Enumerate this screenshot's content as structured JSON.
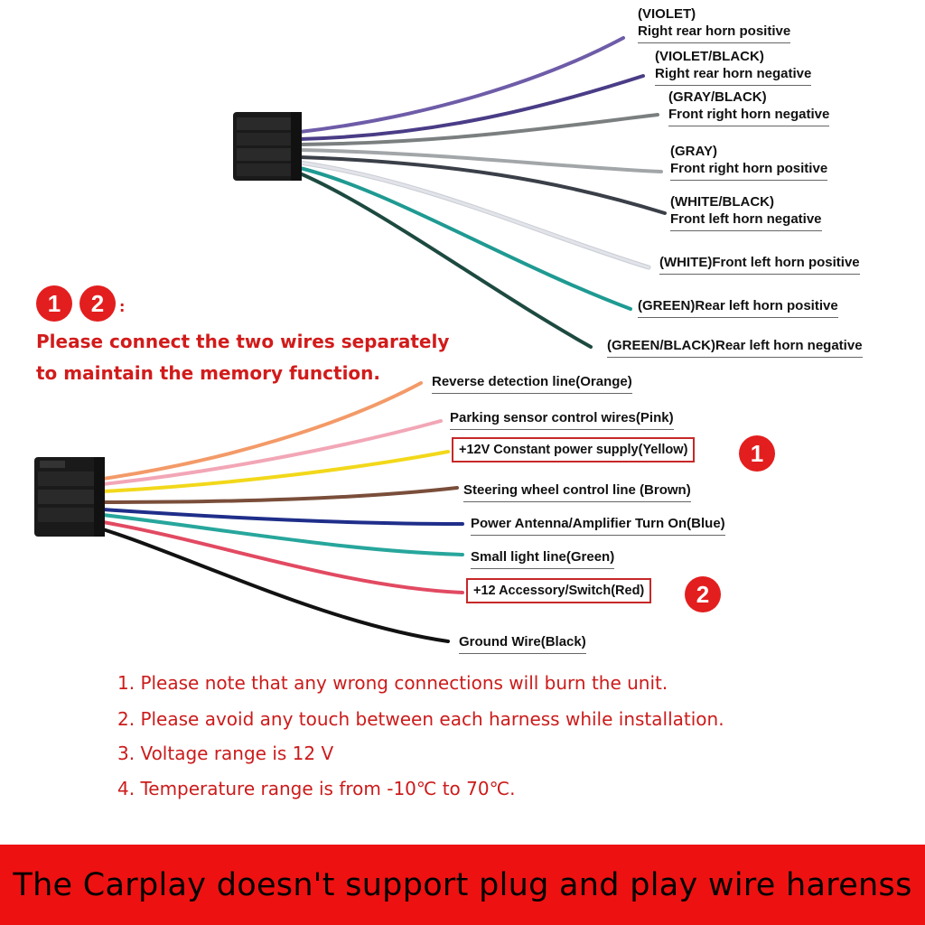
{
  "upper_labels": [
    {
      "color_name": "(VIOLET)",
      "desc": "Right rear horn positive",
      "wire_color": "#6e5ca8"
    },
    {
      "color_name": "(VIOLET/BLACK)",
      "desc": "Right rear horn negative",
      "wire_color": "#4a3c86"
    },
    {
      "color_name": "(GRAY/BLACK)",
      "desc": "Front right horn negative",
      "wire_color": "#7b7f7f"
    },
    {
      "color_name": "(GRAY)",
      "desc": "Front right horn positive",
      "wire_color": "#a2a6a8"
    },
    {
      "color_name": "(WHITE/BLACK)",
      "desc": "Front left horn negative",
      "wire_color": "#3a3f48"
    },
    {
      "text": "(WHITE)Front left horn positive",
      "wire_color": "#e2e4ea"
    },
    {
      "text": "(GREEN)Rear left horn positive",
      "wire_color": "#1f9a92"
    },
    {
      "text": "(GREEN/BLACK)Rear left horn negative",
      "wire_color": "#1d4a40"
    }
  ],
  "lower_labels": [
    {
      "text": "Reverse detection line(Orange)",
      "wire_color": "#f39a68"
    },
    {
      "text": "Parking sensor control wires(Pink)",
      "wire_color": "#f2a6b6"
    },
    {
      "text": "+12V Constant power supply(Yellow)",
      "wire_color": "#f2d81a"
    },
    {
      "text": "Steering wheel control line (Brown)",
      "wire_color": "#7a4e3a"
    },
    {
      "text": "Power Antenna/Amplifier Turn On(Blue)",
      "wire_color": "#1f2e8a"
    },
    {
      "text": "Small light line(Green)",
      "wire_color": "#27a69c"
    },
    {
      "text": "+12 Accessory/Switch(Red)",
      "wire_color": "#e24a62"
    },
    {
      "text": "Ground Wire(Black)",
      "wire_color": "#121212"
    }
  ],
  "badges": {
    "one": "1",
    "two": "2"
  },
  "memory_note": {
    "colon": ":",
    "line1": "Please connect the two wires separately",
    "line2": "to maintain the memory function."
  },
  "notes": [
    "1. Please note that any wrong connections will burn the unit.",
    "2. Please avoid any touch between each harness while    installation.",
    "3. Voltage range is 12 V",
    "4. Temperature range is from -10℃ to 70℃."
  ],
  "banner": "The Carplay doesn't support plug and play wire harenss",
  "colors": {
    "accent_red": "#e31e1e",
    "banner_red": "#ee1111",
    "connector": "#1a1a1a"
  }
}
